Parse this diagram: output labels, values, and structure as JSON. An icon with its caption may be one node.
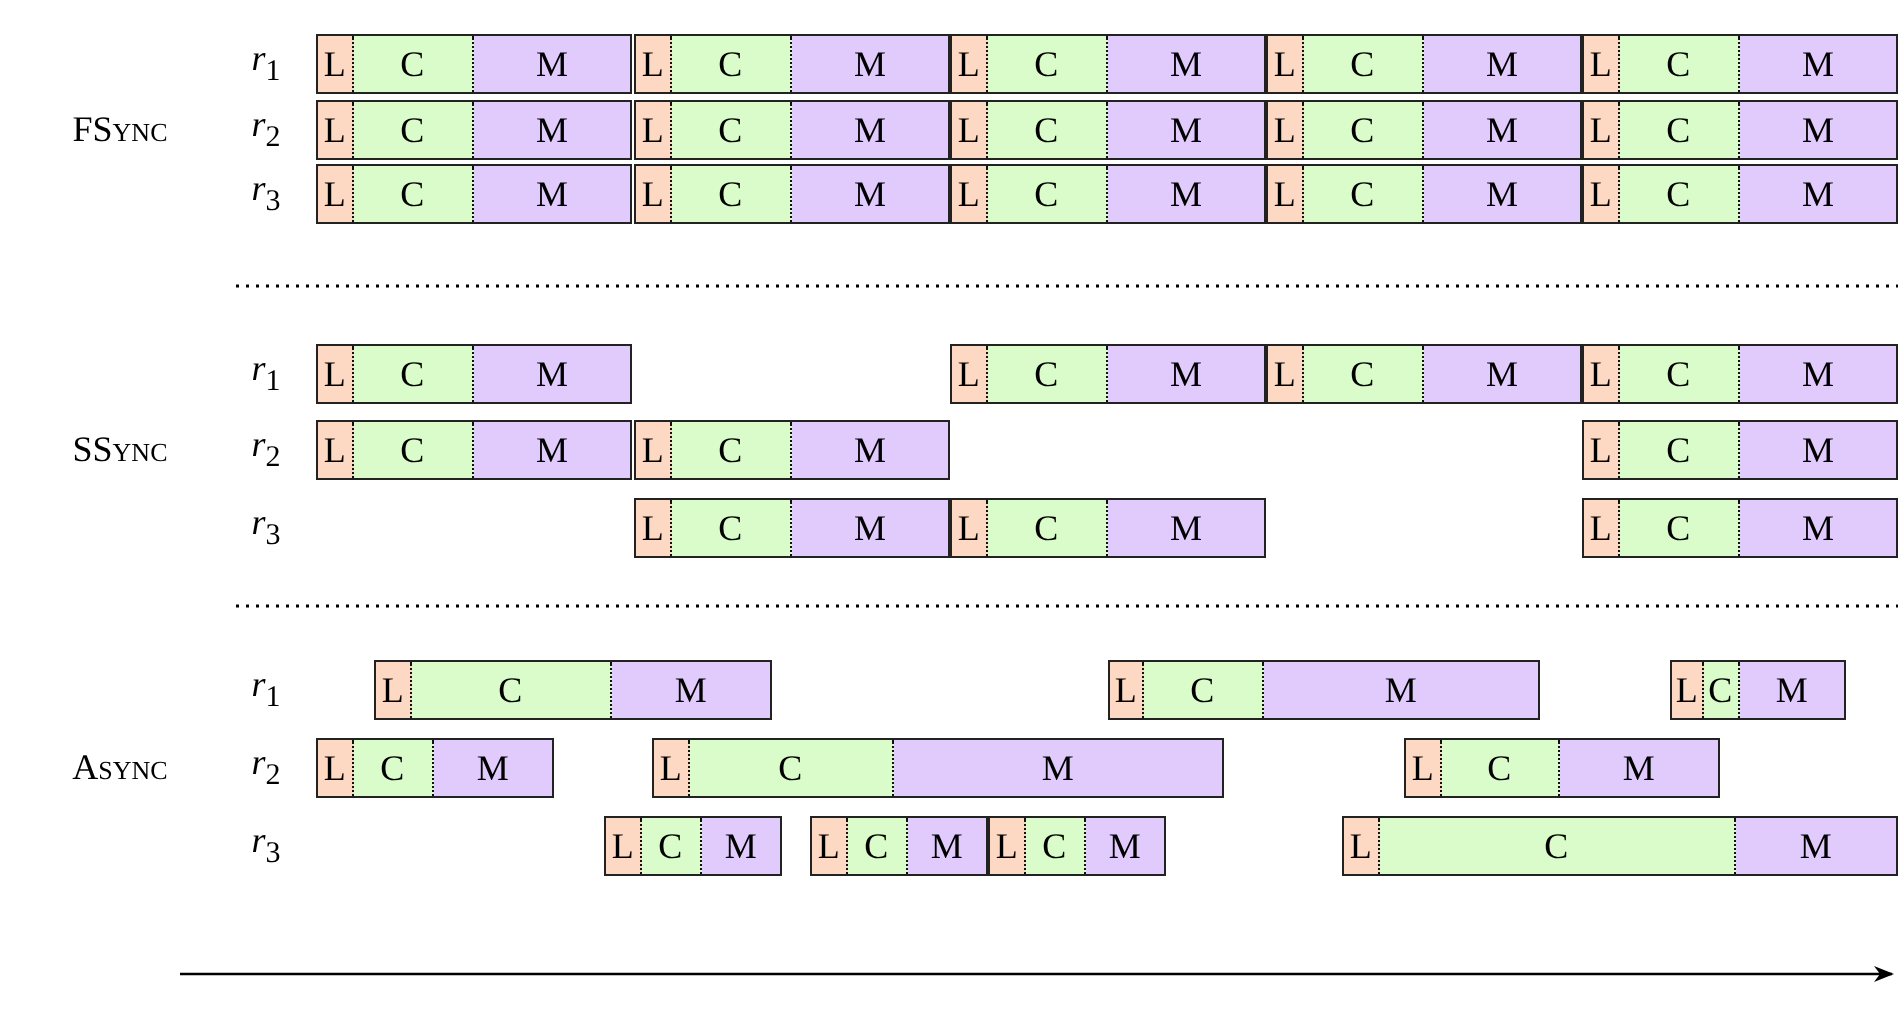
{
  "diagram": {
    "nodes": [
      {
        "text": [
          "L",
          "C",
          "M"
        ]
      },
      {
        "text": [
          "L",
          "C",
          "M"
        ]
      },
      {
        "text": [
          "L",
          "C",
          "M"
        ]
      },
      {
        "text": [
          "L",
          "C",
          "M"
        ]
      },
      {
        "text": [
          "L",
          "C",
          "M"
        ]
      },
      {
        "text": [
          "L",
          "C",
          "M"
        ]
      },
      {
        "text": [
          "L",
          "C",
          "M"
        ]
      },
      {
        "text": [
          "L",
          "C",
          "M"
        ]
      },
      {
        "text": [
          "L",
          "C",
          "M"
        ]
      },
      {
        "text": [
          "L",
          "C",
          "M"
        ]
      },
      {
        "text": [
          "L",
          "C",
          "M"
        ]
      },
      {
        "text": [
          "L",
          "C",
          "M"
        ]
      },
      {
        "text": [
          "L",
          "C",
          "M"
        ]
      },
      {
        "text": [
          "L",
          "C",
          "M"
        ]
      },
      {
        "text": [
          "L",
          "C",
          "M"
        ]
      },
      {
        "text": [
          "L",
          "C",
          "M"
        ]
      },
      {
        "text": [
          "L",
          "C",
          "M"
        ]
      },
      {
        "text": [
          "L",
          "C",
          "M"
        ]
      },
      {
        "text": [
          "L",
          "C",
          "M"
        ]
      },
      {
        "text": [
          "L",
          "C",
          "M"
        ]
      },
      {
        "text": [
          "L",
          "C",
          "M"
        ]
      },
      {
        "text": [
          "L",
          "C",
          "M"
        ]
      },
      {
        "text": [
          "L",
          "C",
          "M"
        ]
      },
      {
        "text": [
          "L",
          "C",
          "M"
        ]
      },
      {
        "text": [
          "L",
          "C",
          "M"
        ]
      },
      {
        "text": [
          "L",
          "C",
          "M"
        ]
      },
      {
        "text": [
          "L",
          "C",
          "M"
        ]
      },
      {
        "text": [
          "L",
          "C",
          "M"
        ]
      },
      {
        "text": [
          "L",
          "C",
          "M"
        ]
      },
      {
        "text": [
          "L",
          "C",
          "M"
        ]
      },
      {
        "text": [
          "L",
          "C",
          "M"
        ]
      },
      {
        "text": [
          "L",
          "C",
          "M"
        ]
      },
      {
        "text": [
          "L",
          "C",
          "M"
        ]
      },
      {
        "text": [
          "L",
          "C",
          "M"
        ]
      },
      {
        "text": [
          "L",
          "C",
          "M"
        ]
      }
    ],
    "labels": [
      "*r*$_{1}$",
      "FSync",
      "*r*$_{2}$",
      "*r*$_{3}$",
      "*r*$_{1}$",
      "SSync",
      "*r*$_{2}$",
      "*r*$_{3}$",
      "*r*$_{1}$",
      "Async",
      "*r*$_{2}$",
      "*r*$_{3}$"
    ]
  }
}
